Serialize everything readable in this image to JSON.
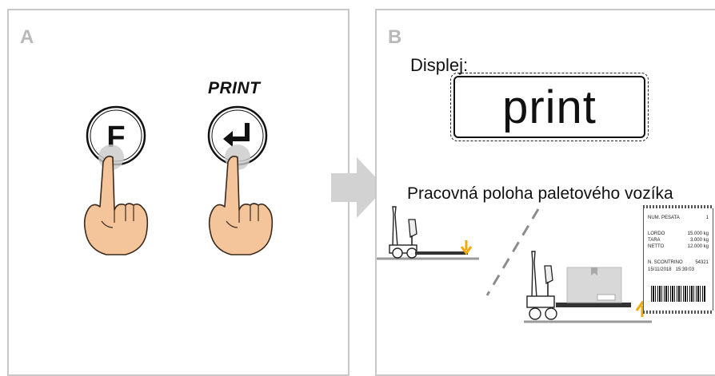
{
  "panel_a": {
    "letter": "A",
    "f_key_label": "F",
    "print_key_label": "PRINT",
    "print_key_icon": "enter-arrow-icon"
  },
  "arrow_icon": "right-arrow-icon",
  "panel_b": {
    "letter": "B",
    "display_caption": "Displej:",
    "display_text": "print",
    "work_caption": "Pracovná poloha paletového vozíka",
    "receipt": {
      "num_pesata_label": "NUM. PESATA",
      "num_pesata_value": "1",
      "lordo_label": "LORDO",
      "lordo_value": "15.000 kg",
      "tara_label": "TARA",
      "tara_value": "3.000 kg",
      "netto_label": "NETTO",
      "netto_value": "12.000 kg",
      "scontrino_label": "N. SCONTRINO",
      "scontrino_value": "54321",
      "date": "15/11/2018",
      "time": "15:39:03"
    },
    "down_arrow_color": "#f5a800",
    "up_arrow_color": "#f5a800"
  }
}
